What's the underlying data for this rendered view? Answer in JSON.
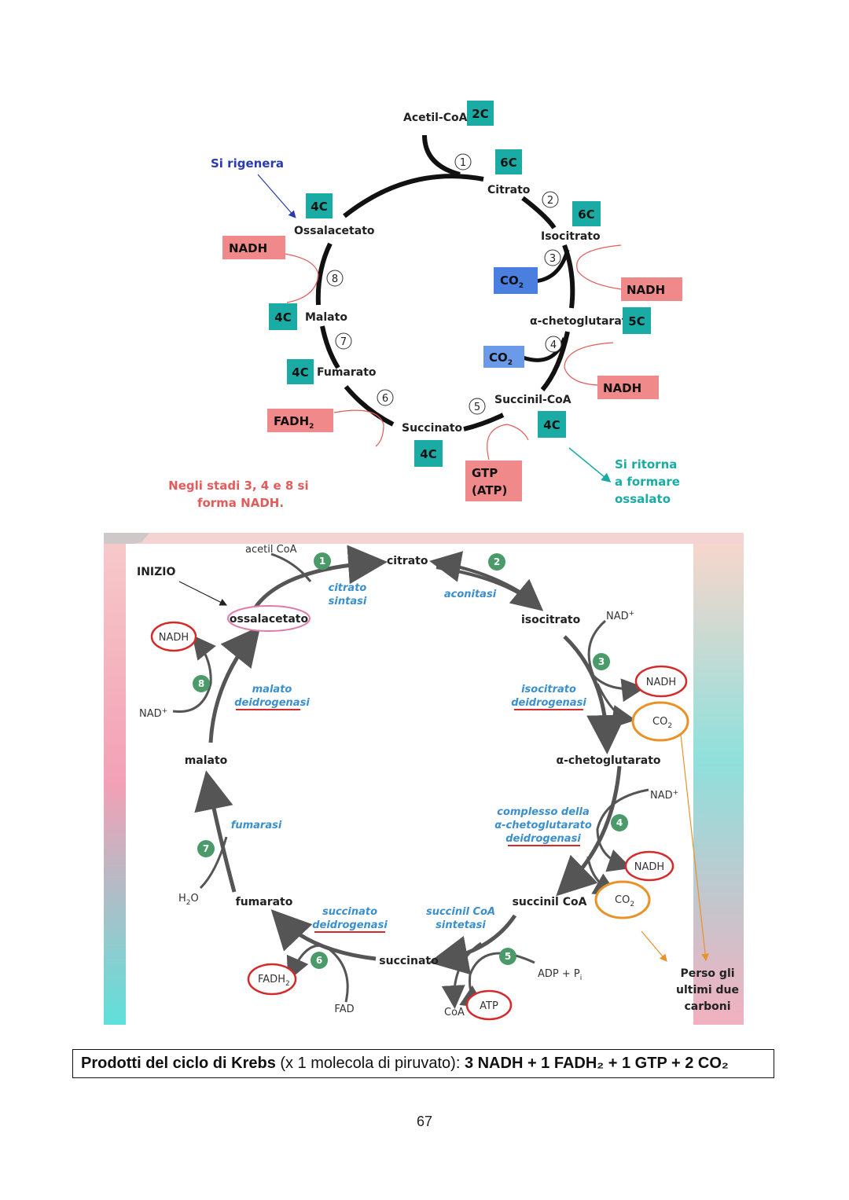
{
  "top_diagram": {
    "acetyl_coa": "Acetil-CoA",
    "c2": "2C",
    "c6_citrato": "6C",
    "citrato": "Citrato",
    "c6_isocitrato": "6C",
    "isocitrato": "Isocitrato",
    "co2": "CO",
    "co2_sub": "2",
    "nadh": "NADH",
    "chetoglutarato": "α-chetoglutarato",
    "c5": "5C",
    "succinil": "Succinil-CoA",
    "c4_succinil": "4C",
    "succinato": "Succinato",
    "c4_succinato": "4C",
    "gtp": "GTP",
    "atp": "(ATP)",
    "fadh": "FADH",
    "fadh_sub": "2",
    "fumarato": "Fumarato",
    "c4_fumarato": "4C",
    "malato": "Malato",
    "c4_malato": "4C",
    "ossalacetato": "Ossalacetato",
    "c4_ossalacetato": "4C",
    "si_rigenera": "Si rigenera",
    "si_ritorna": [
      "Si ritorna",
      "a formare",
      "ossalato"
    ],
    "note": [
      "Negli stadi 3, 4 e 8 si",
      "forma NADH."
    ],
    "steps": [
      "1",
      "2",
      "3",
      "4",
      "5",
      "6",
      "7",
      "8"
    ],
    "colors": {
      "teal": "#1aaba4",
      "salmon": "#f08a8a",
      "blue": "#4a7fe0",
      "lightblue": "#6b9ae8"
    }
  },
  "bottom_diagram": {
    "inizio": "INIZIO",
    "acetil": "acetil CoA",
    "citrato": "citrato",
    "citrato_sintasi": [
      "citrato",
      "sintasi"
    ],
    "aconitasi": "aconitasi",
    "isocitrato": "isocitrato",
    "nad_plus": "NAD",
    "plus": "+",
    "nadh": "NADH",
    "co2": "CO",
    "co2_sub": "2",
    "isocitrato_deidrogenasi": [
      "isocitrato",
      "deidrogenasi"
    ],
    "chetoglutarato": "α-chetoglutarato",
    "complesso": [
      "complesso della",
      "α-chetoglutarato",
      "deidrogenasi"
    ],
    "succinil_coa": "succinil CoA",
    "succinil_sintetasi": [
      "succinil CoA",
      "sintetasi"
    ],
    "adp": "ADP + P",
    "adp_sub": "i",
    "atp": "ATP",
    "coa": "CoA",
    "succinato": "succinato",
    "succinato_deidrogenasi": [
      "succinato",
      "deidrogenasi"
    ],
    "fadh": "FADH",
    "fadh_sub": "2",
    "fad": "FAD",
    "fumarato": "fumarato",
    "h2o": "H",
    "h2o_sub": "2",
    "h2o_o": "O",
    "fumarasi": "fumarasi",
    "malato": "malato",
    "malato_deidrogenasi": [
      "malato",
      "deidrogenasi"
    ],
    "ossalacetato": "ossalacetato",
    "perso": [
      "Perso gli",
      "ultimi due",
      "carboni"
    ],
    "steps": [
      "1",
      "2",
      "3",
      "4",
      "5",
      "6",
      "7",
      "8"
    ]
  },
  "summary": {
    "prefix": "Prodotti del ciclo di Krebs ",
    "paren": "(x 1 molecola di piruvato)",
    "colon": ":  ",
    "products": "3 NADH + 1 FADH₂ + 1 GTP + 2 CO₂"
  },
  "page_number": "67"
}
